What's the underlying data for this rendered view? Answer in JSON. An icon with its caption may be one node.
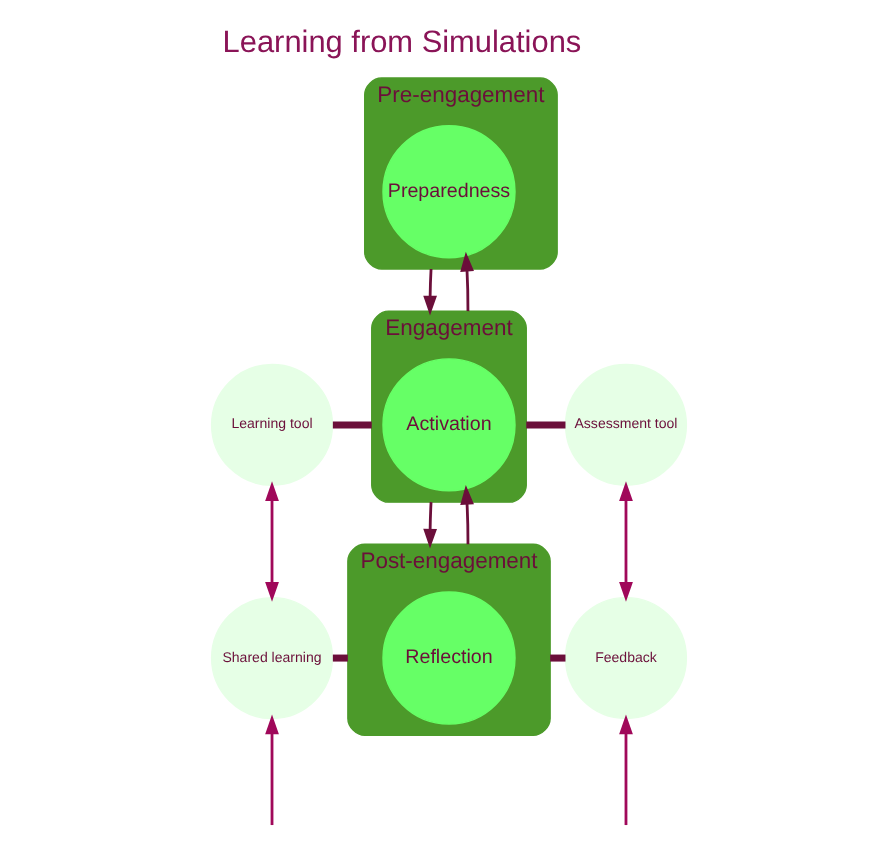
{
  "diagram": {
    "title": "Learning from Simulations",
    "nodes": [
      {
        "text": [
          "Pre-engagement"
        ]
      },
      {
        "text": [
          "Preparedness"
        ],
        "in": 0
      },
      {
        "text": [
          "Engagement"
        ]
      },
      {
        "text": [
          "Activation"
        ],
        "in": 2
      },
      {
        "text": [
          "Post-engagement"
        ]
      },
      {
        "text": [
          "Reflection"
        ],
        "in": 4
      },
      {
        "text": [
          "Learning tool"
        ]
      },
      {
        "text": [
          "Assessment tool"
        ]
      },
      {
        "text": [
          "Shared learning"
        ]
      },
      {
        "text": [
          "Feedback"
        ]
      }
    ],
    "edges": [
      {
        "from": 0,
        "to": 2,
        "arrow": "to"
      },
      {
        "from": 2,
        "to": 0,
        "arrow": "to"
      },
      {
        "from": 2,
        "to": 4,
        "arrow": "to"
      },
      {
        "from": 4,
        "to": 2,
        "arrow": "to"
      },
      {
        "from": 6,
        "to": 2,
        "arrow": "none",
        "style": "thick"
      },
      {
        "from": 2,
        "to": 7,
        "arrow": "none",
        "style": "thick"
      },
      {
        "from": 8,
        "to": 4,
        "arrow": "none",
        "style": "thick"
      },
      {
        "from": 4,
        "to": 9,
        "arrow": "none",
        "style": "thick"
      },
      {
        "from": 6,
        "to": 8,
        "arrow": "both",
        "color": "#a0085a"
      },
      {
        "from": 7,
        "to": 9,
        "arrow": "both",
        "color": "#a0085a"
      },
      {
        "from": null,
        "to": 8,
        "arrow": "to",
        "color": "#a0085a"
      },
      {
        "from": null,
        "to": 9,
        "arrow": "to",
        "color": "#a0085a"
      }
    ]
  }
}
